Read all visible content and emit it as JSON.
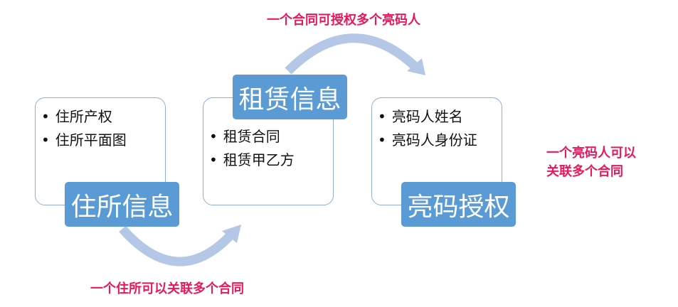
{
  "stages": [
    {
      "title": "住所信息",
      "items": [
        "住所产权",
        "住所平面图"
      ]
    },
    {
      "title": "租赁信息",
      "items": [
        "租赁合同",
        "租赁甲乙方"
      ]
    },
    {
      "title": "亮码授权",
      "items": [
        "亮码人姓名",
        "亮码人身份证"
      ]
    }
  ],
  "notes": {
    "address_to_lease": "一个住所可以关联多个合同",
    "lease_to_auth": "一个合同可授权多个亮码人",
    "auth_to_lease_line1": "一个亮码人可以",
    "auth_to_lease_line2": "关联多个合同"
  },
  "colors": {
    "label_bg": "#5b9bd5",
    "arrow": "#b4c7e7",
    "note": "#e8185a",
    "border": "#8eaedb"
  }
}
